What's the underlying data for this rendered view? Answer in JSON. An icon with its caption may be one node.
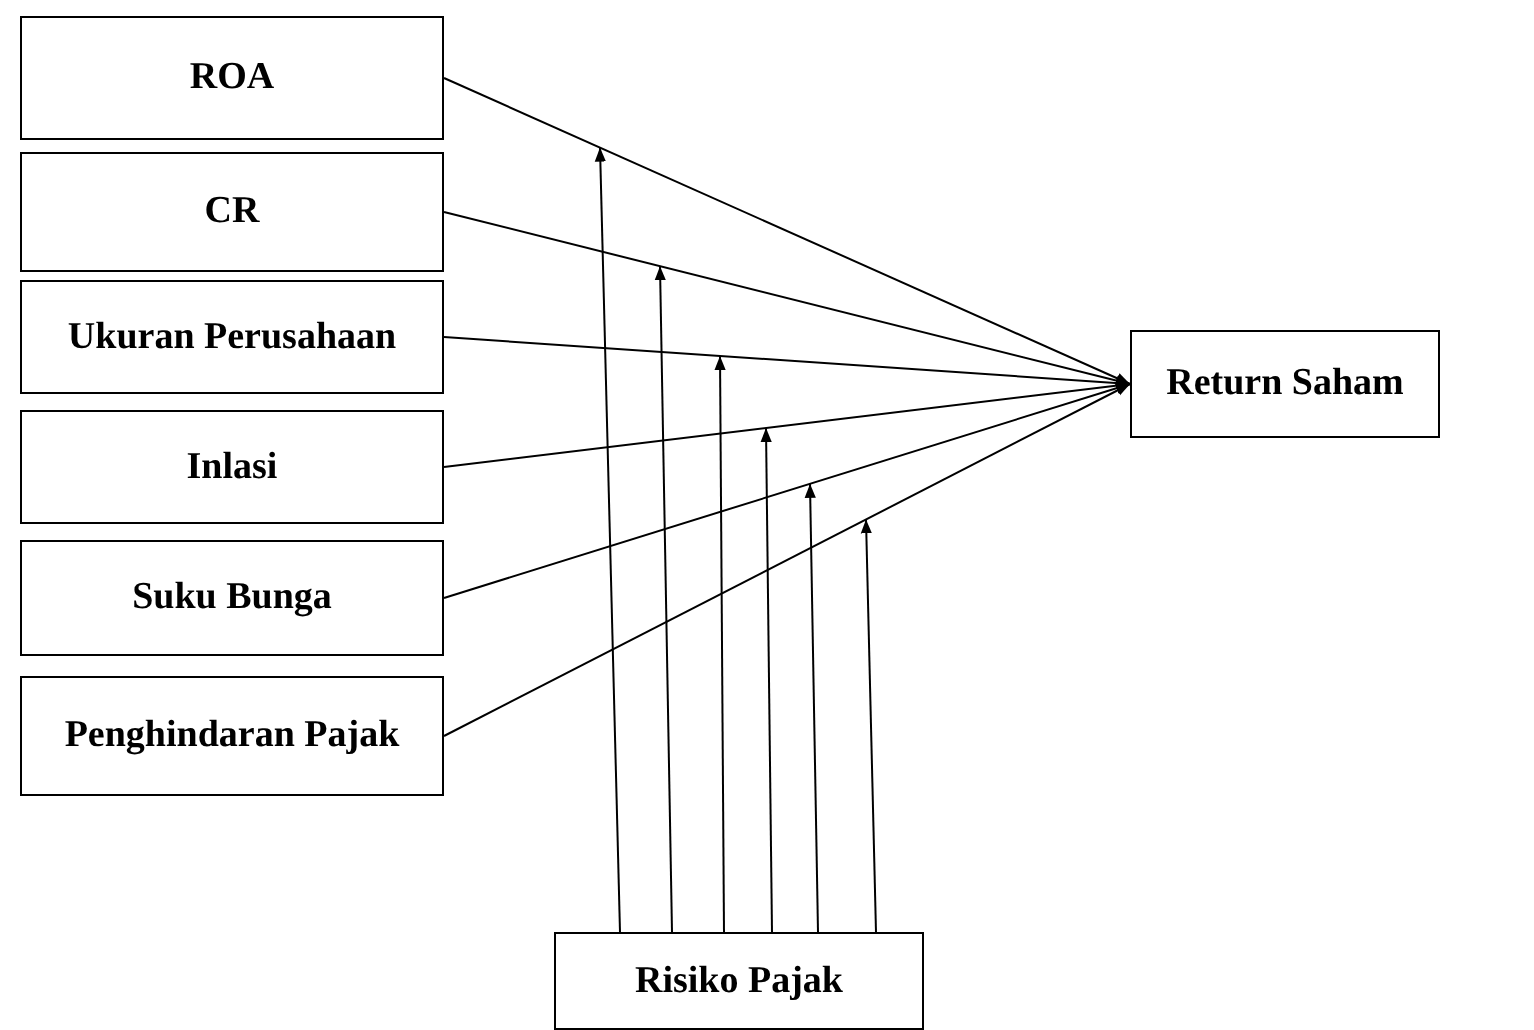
{
  "diagram": {
    "nodes": [
      {
        "text": [
          "ROA"
        ]
      },
      {
        "text": [
          "CR"
        ]
      },
      {
        "text": [
          "Ukuran Perusahaan"
        ]
      },
      {
        "text": [
          "Inlasi"
        ]
      },
      {
        "text": [
          "Suku Bunga"
        ]
      },
      {
        "text": [
          "Penghindaran Pajak"
        ]
      },
      {
        "text": [
          "Return Saham"
        ]
      },
      {
        "text": [
          "Risiko Pajak"
        ]
      }
    ],
    "edges": [
      {
        "from": 0,
        "to": 6,
        "arrow": "to"
      },
      {
        "from": 1,
        "to": 6,
        "arrow": "to"
      },
      {
        "from": 2,
        "to": 6,
        "arrow": "to"
      },
      {
        "from": 3,
        "to": 6,
        "arrow": "to"
      },
      {
        "from": 4,
        "to": 6,
        "arrow": "to"
      },
      {
        "from": 5,
        "to": 6,
        "arrow": "to"
      },
      {
        "from": 7,
        "to": null,
        "arrow": "to"
      },
      {
        "from": 7,
        "to": null,
        "arrow": "to"
      },
      {
        "from": 7,
        "to": null,
        "arrow": "to"
      },
      {
        "from": 7,
        "to": null,
        "arrow": "to"
      },
      {
        "from": 7,
        "to": null,
        "arrow": "to"
      },
      {
        "from": 7,
        "to": null,
        "arrow": "to"
      }
    ]
  }
}
